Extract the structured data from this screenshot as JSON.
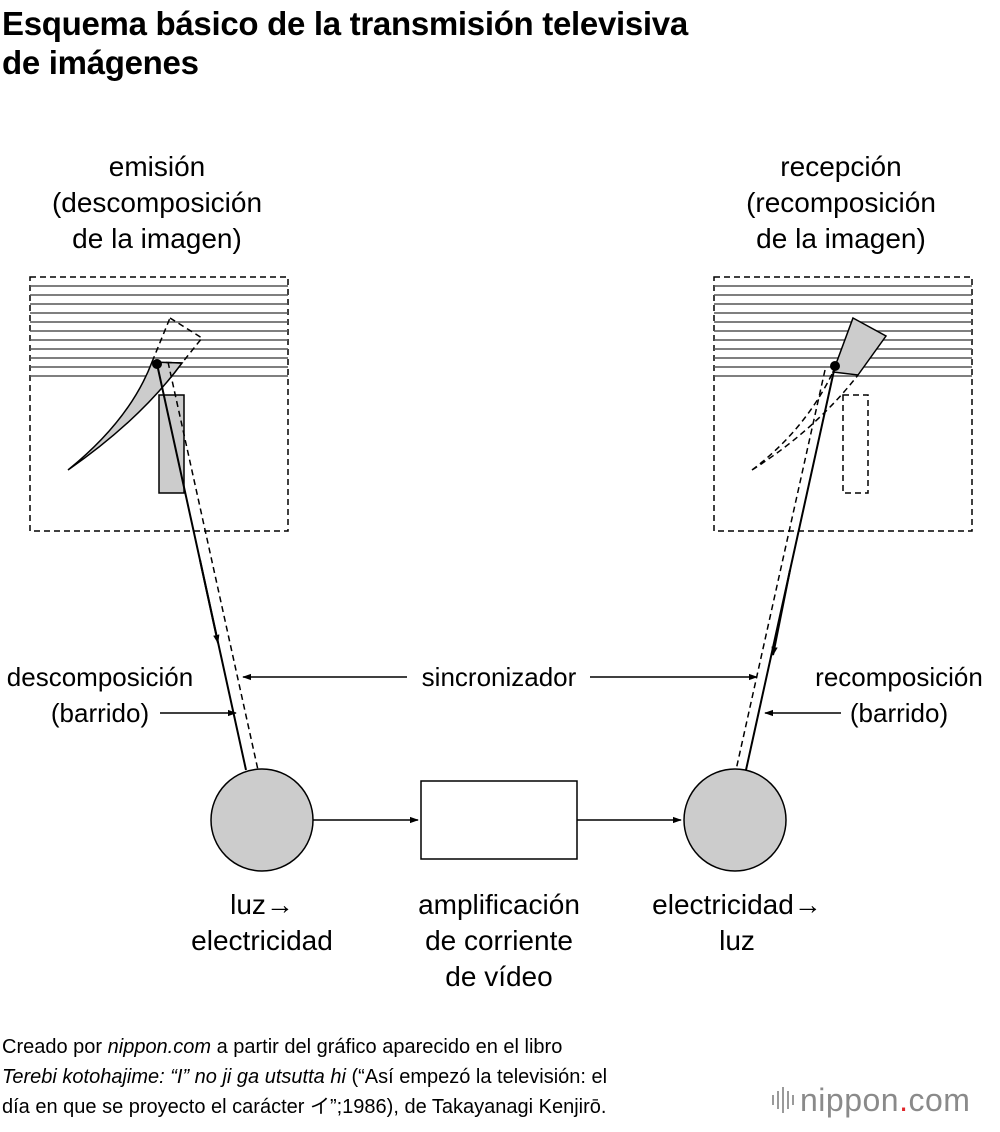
{
  "title": {
    "line1": "Esquema básico de la transmisión televisiva",
    "line2": "de imágenes"
  },
  "emission": {
    "line1": "emisión",
    "line2": "(descomposición",
    "line3": "de la imagen)"
  },
  "reception": {
    "line1": "recepción",
    "line2": "(recomposición",
    "line3": "de la imagen)"
  },
  "decomposition_scan": {
    "line1": "descomposición",
    "line2": "(barrido)"
  },
  "recomposition_scan": {
    "line1": "recomposición",
    "line2": "(barrido)"
  },
  "synchronizer": "sincronizador",
  "light_to_electricity": {
    "line1": "luz→",
    "line2": "electricidad"
  },
  "amplification": {
    "line1": "amplificación",
    "line2": "de corriente",
    "line3": "de vídeo"
  },
  "electricity_to_light": {
    "line1": "electricidad→",
    "line2": "luz"
  },
  "footer": {
    "part1": "Creado por ",
    "site_italic": "nippon.com",
    "part2": " a partir del gráfico aparecido en el libro",
    "book_italic": "Terebi kotohajime: “I” no ji ga utsutta hi",
    "part3": " (“Así empezó la televisión: el",
    "part4": "día en que se proyecto el carácter イ”;1986), de Takayanagi Kenjirō."
  },
  "logo": {
    "name": "nippon",
    "dot": ".",
    "tld": "com",
    "accent_color": "#e0262a"
  },
  "colors": {
    "fill_gray": "#cccccc",
    "line": "#000000",
    "scanline": "#555555"
  }
}
